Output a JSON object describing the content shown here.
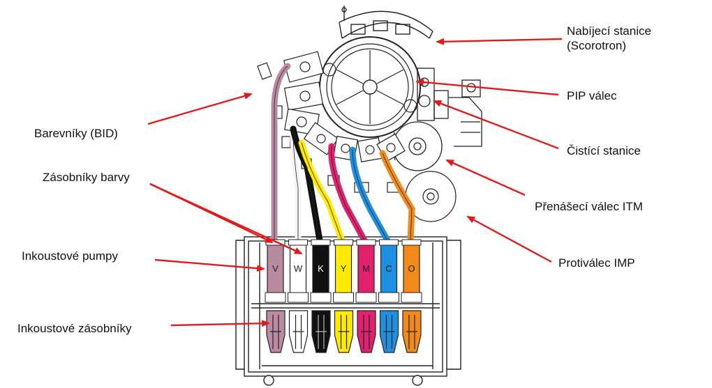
{
  "labels": {
    "charging_station_line1": "Nabíjecí stanice",
    "charging_station_line2": "(Scorotron)",
    "pip_cylinder": "PIP válec",
    "bid": "Barevníky (BID)",
    "cleaning_station": "Čistící stanice",
    "ink_containers": "Zásobníky barvy",
    "itm_blanket": "Přenášecí válec ITM",
    "ink_pumps": "Inkoustové pumpy",
    "impression": "Protiválec IMP",
    "ink_tanks": "Inkoustové zásobníky"
  },
  "ink_channels": [
    {
      "letter": "V",
      "color": "#b98aa0"
    },
    {
      "letter": "W",
      "color": "#ffffff"
    },
    {
      "letter": "K",
      "color": "#111111"
    },
    {
      "letter": "Y",
      "color": "#ffea00"
    },
    {
      "letter": "M",
      "color": "#e0226e"
    },
    {
      "letter": "C",
      "color": "#1f8fe0"
    },
    {
      "letter": "O",
      "color": "#f28a1b"
    }
  ],
  "arrow_color": "#e01b1b"
}
